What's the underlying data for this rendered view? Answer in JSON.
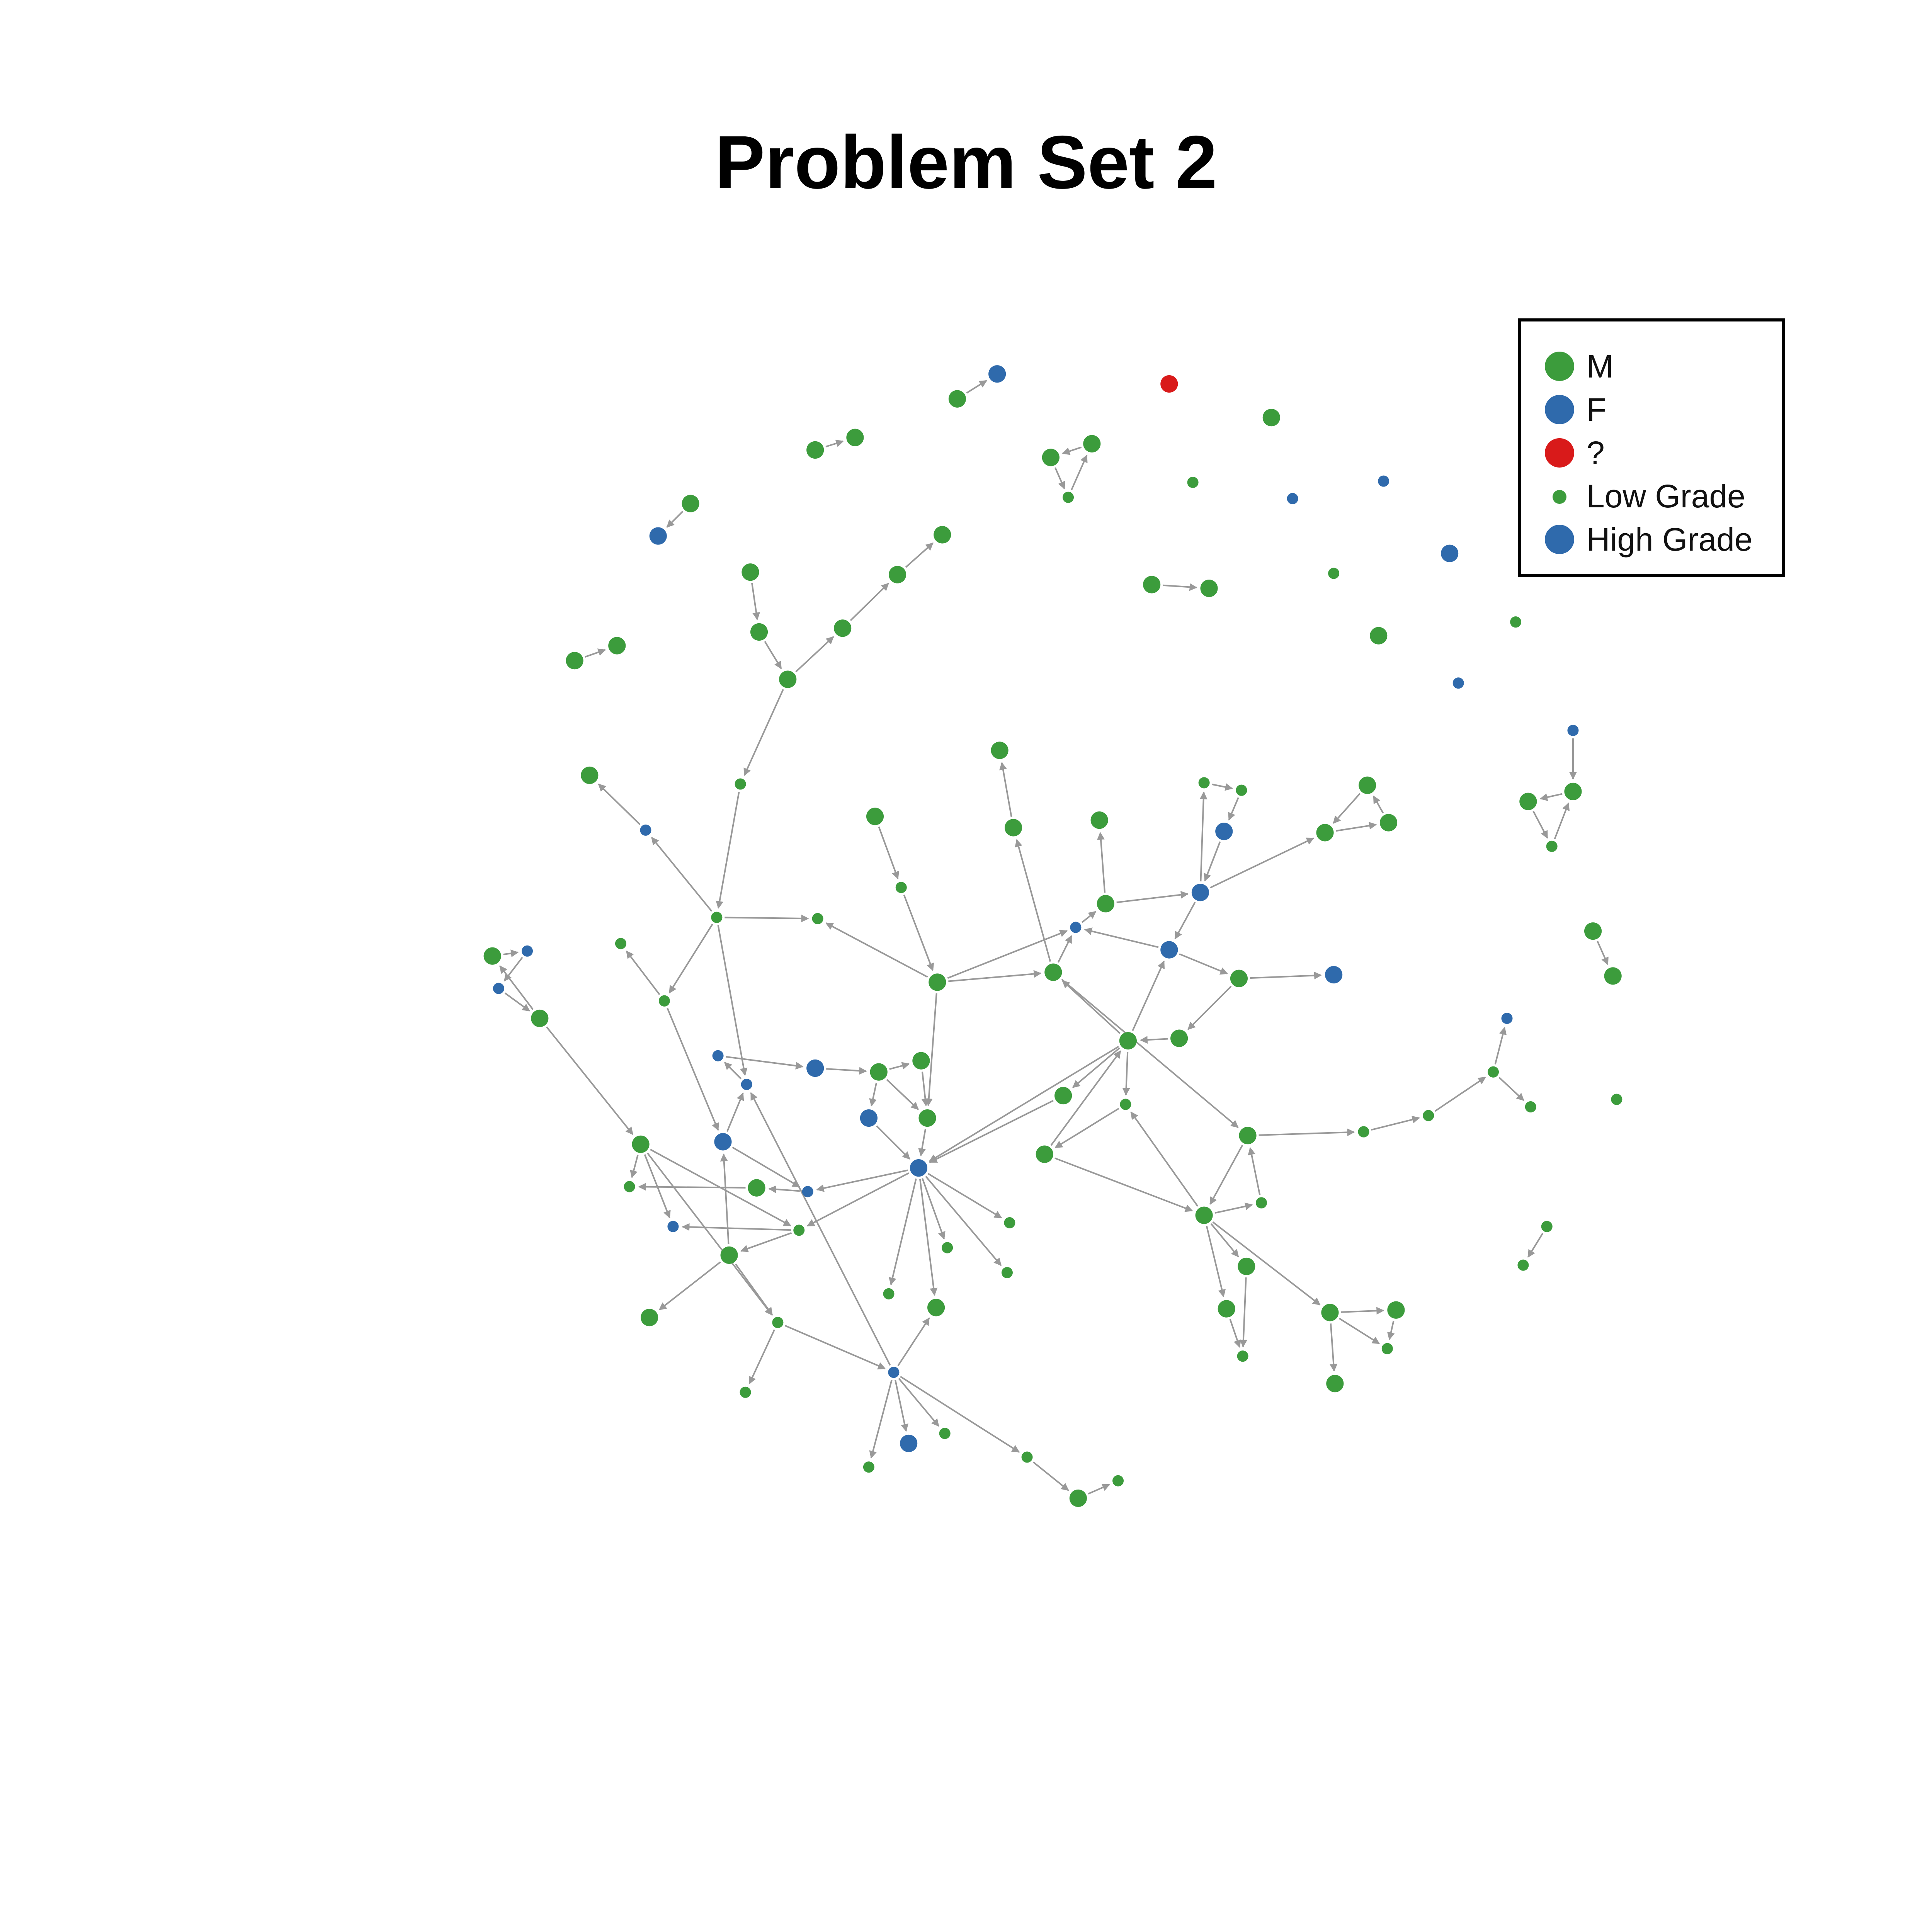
{
  "title": "Problem Set 2",
  "colors": {
    "male": "#3c9c3c",
    "female": "#2f6aac",
    "unknown": "#d91a1a",
    "edge": "#999999"
  },
  "legend": {
    "items": [
      {
        "label": "M",
        "color": "#3c9c3c",
        "kind": "gender"
      },
      {
        "label": "F",
        "color": "#2f6aac",
        "kind": "gender"
      },
      {
        "label": "?",
        "color": "#d91a1a",
        "kind": "gender"
      },
      {
        "label": "Low Grade",
        "color": "#3c9c3c",
        "kind": "grade-low"
      },
      {
        "label": "High Grade",
        "color": "#2f6aac",
        "kind": "grade-high"
      }
    ]
  }
}
